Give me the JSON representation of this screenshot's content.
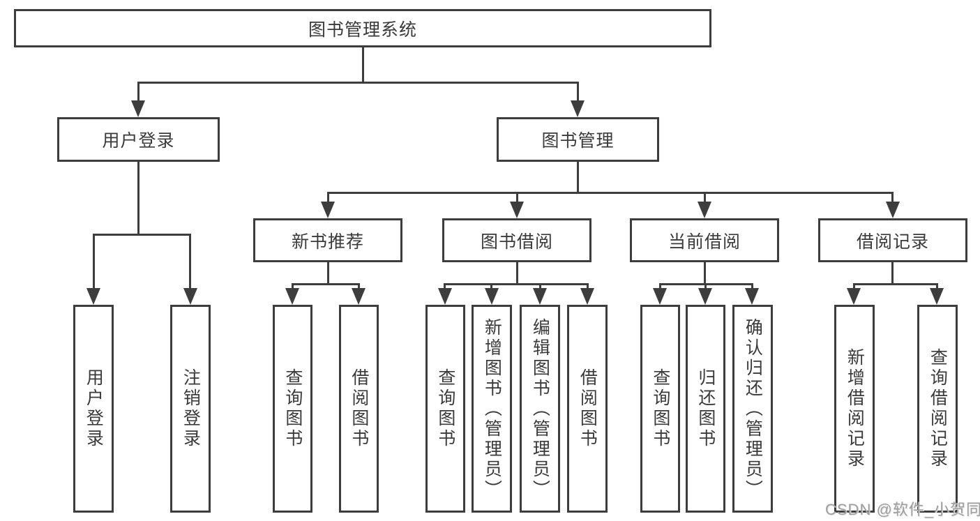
{
  "tree": {
    "label": "图书管理系统",
    "children": [
      {
        "label": "用户登录",
        "children": [
          {
            "label": "用户登录"
          },
          {
            "label": "注销登录"
          }
        ]
      },
      {
        "label": "图书管理",
        "children": [
          {
            "label": "新书推荐",
            "children": [
              {
                "label": "查询图书"
              },
              {
                "label": "借阅图书"
              }
            ]
          },
          {
            "label": "图书借阅",
            "children": [
              {
                "label": "查询图书"
              },
              {
                "label": "新增图书（管理员）"
              },
              {
                "label": "编辑图书（管理员）"
              },
              {
                "label": "借阅图书"
              }
            ]
          },
          {
            "label": "当前借阅",
            "children": [
              {
                "label": "查询图书"
              },
              {
                "label": "归还图书"
              },
              {
                "label": "确认归还（管理员）"
              }
            ]
          },
          {
            "label": "借阅记录",
            "children": [
              {
                "label": "新增借阅记录"
              },
              {
                "label": "查询借阅记录"
              }
            ]
          }
        ]
      }
    ]
  },
  "watermark": "CSDN @软件_小贺同学",
  "colors": {
    "line": "#3d3d3d",
    "text": "#3a3a3a",
    "box_background": "#ffffff",
    "watermark": "#9e9e9e"
  }
}
